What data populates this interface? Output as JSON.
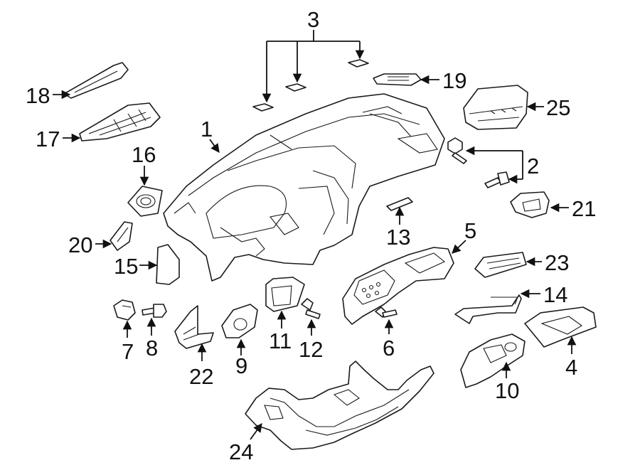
{
  "callouts": {
    "c1": "1",
    "c2": "2",
    "c3": "3",
    "c4": "4",
    "c5": "5",
    "c6": "6",
    "c7": "7",
    "c8": "8",
    "c9": "9",
    "c10": "10",
    "c11": "11",
    "c12": "12",
    "c13": "13",
    "c14": "14",
    "c15": "15",
    "c16": "16",
    "c17": "17",
    "c18": "18",
    "c19": "19",
    "c20": "20",
    "c21": "21",
    "c22": "22",
    "c23": "23",
    "c24": "24",
    "c25": "25"
  },
  "colors": {
    "line": "#1a1a1a",
    "background": "#ffffff"
  }
}
